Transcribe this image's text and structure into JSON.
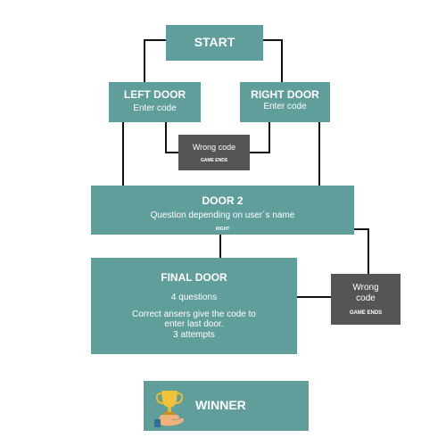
{
  "colors": {
    "box": "#5f9e9a",
    "dark_box": "#555555",
    "line": "#111111"
  },
  "start": {
    "label": "START"
  },
  "left_door": {
    "title": "LEFT DOOR",
    "subtitle": "Enter code"
  },
  "right_door": {
    "title": "RIGHT DOOR",
    "subtitle": "Enter code"
  },
  "wrong_code_1": {
    "title": "Wrong code",
    "note": "GAME ENDS"
  },
  "door2": {
    "title": "DOOR 2",
    "subtitle": "Question depending on user´s name",
    "tag": "RIGHT"
  },
  "final_door": {
    "title": "FINAL DOOR",
    "line1": "4 questions",
    "line2": "Correct ansers give the code to",
    "line3": "enter last door.",
    "line4": "3 attempts"
  },
  "wrong_code_2": {
    "title_line1": "Wrong",
    "title_line2": "code",
    "note": "GAME ENDS"
  },
  "winner": {
    "label": "WINNER",
    "icon": "trophy-hand-icon"
  }
}
